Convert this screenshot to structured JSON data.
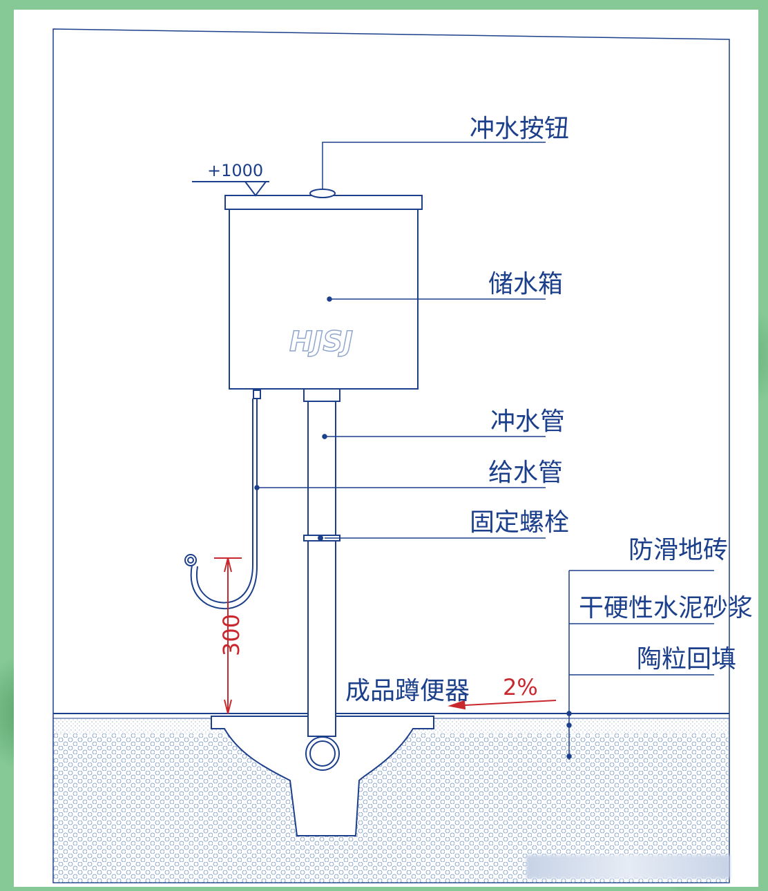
{
  "labels": {
    "flush_button": "冲水按钮",
    "tank": "储水箱",
    "flush_pipe": "冲水管",
    "supply_pipe": "给水管",
    "fix_bolt": "固定螺栓",
    "antislip_tile": "防滑地砖",
    "dry_mortar": "干硬性水泥砂浆",
    "ceramsite_fill": "陶粒回填",
    "squat_toilet": "成品蹲便器"
  },
  "dimensions": {
    "tank_elevation": "+1000",
    "valve_height": "300",
    "slope": "2%"
  },
  "brand": "HJSJ",
  "colors": {
    "line": "#1b3f8a",
    "accent": "#c8282d",
    "frame": "#86c996",
    "fill_soil": "#ffffff"
  }
}
